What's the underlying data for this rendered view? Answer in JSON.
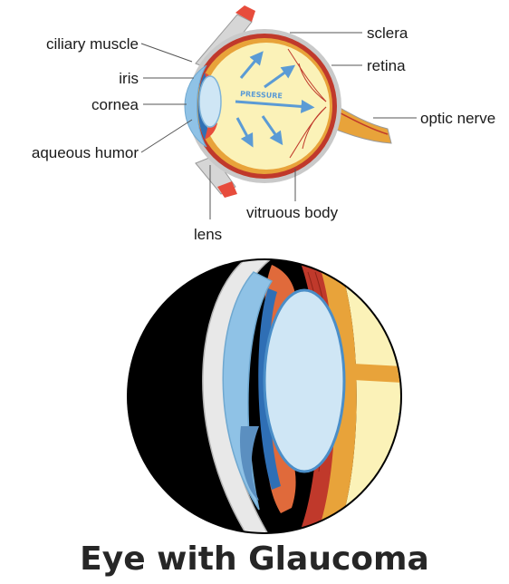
{
  "labels": {
    "ciliary_muscle": "ciliary muscle",
    "iris": "iris",
    "cornea": "cornea",
    "aqueous_humor": "aqueous humor",
    "sclera": "sclera",
    "retina": "retina",
    "optic_nerve": "optic nerve",
    "vitreous_body": "vitruous body",
    "lens": "lens"
  },
  "pressure_text": "PRESSURE",
  "title": "Eye with Glaucoma",
  "colors": {
    "sclera": "#c9c9c9",
    "choroid": "#c0392b",
    "retina": "#e8a33a",
    "vitreous": "#fbf2b8",
    "lens": "#cfe6f5",
    "cornea": "#8fc2e6",
    "arrow": "#5b9bd5",
    "muscle": "#e74c3c",
    "background_circle": "#000000"
  }
}
